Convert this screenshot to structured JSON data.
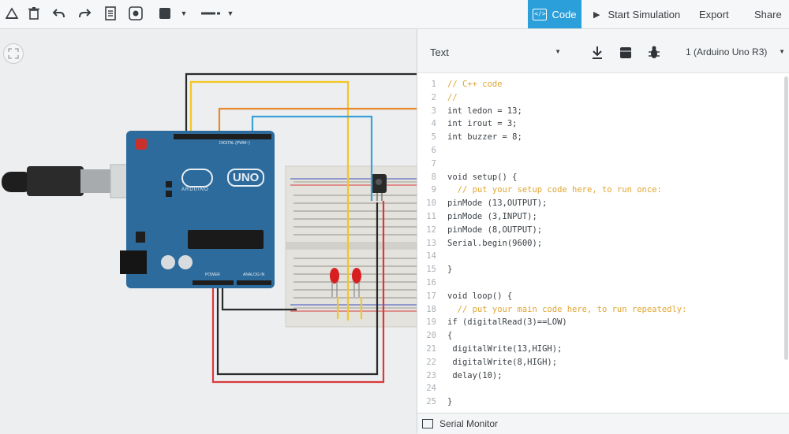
{
  "toolbar": {
    "code_label": "Code",
    "start_simulation_label": "Start Simulation",
    "export_label": "Export",
    "share_label": "Share"
  },
  "code_panel": {
    "mode": "Text",
    "device": "1 (Arduino Uno R3)",
    "serial_monitor_label": "Serial Monitor",
    "lines": [
      {
        "n": "1",
        "t": "// C++ code",
        "k": "cm"
      },
      {
        "n": "2",
        "t": "//",
        "k": "cm"
      },
      {
        "n": "3",
        "t": "int ledon = 13;",
        "k": ""
      },
      {
        "n": "4",
        "t": "int irout = 3;",
        "k": ""
      },
      {
        "n": "5",
        "t": "int buzzer = 8;",
        "k": ""
      },
      {
        "n": "6",
        "t": "",
        "k": ""
      },
      {
        "n": "7",
        "t": "",
        "k": ""
      },
      {
        "n": "8",
        "t": "void setup() {",
        "k": ""
      },
      {
        "n": "9",
        "t": "  // put your setup code here, to run once:",
        "k": "cm"
      },
      {
        "n": "10",
        "t": "pinMode (13,OUTPUT);",
        "k": ""
      },
      {
        "n": "11",
        "t": "pinMode (3,INPUT);",
        "k": ""
      },
      {
        "n": "12",
        "t": "pinMode (8,OUTPUT);",
        "k": ""
      },
      {
        "n": "13",
        "t": "Serial.begin(9600);",
        "k": ""
      },
      {
        "n": "14",
        "t": "",
        "k": ""
      },
      {
        "n": "15",
        "t": "}",
        "k": ""
      },
      {
        "n": "16",
        "t": "",
        "k": ""
      },
      {
        "n": "17",
        "t": "void loop() {",
        "k": ""
      },
      {
        "n": "18",
        "t": "  // put your main code here, to run repeatedly:",
        "k": "cm"
      },
      {
        "n": "19",
        "t": "if (digitalRead(3)==LOW)",
        "k": ""
      },
      {
        "n": "20",
        "t": "{",
        "k": ""
      },
      {
        "n": "21",
        "t": " digitalWrite(13,HIGH);",
        "k": ""
      },
      {
        "n": "22",
        "t": " digitalWrite(8,HIGH);",
        "k": ""
      },
      {
        "n": "23",
        "t": " delay(10);",
        "k": ""
      },
      {
        "n": "24",
        "t": "",
        "k": ""
      },
      {
        "n": "25",
        "t": "}",
        "k": ""
      }
    ]
  },
  "board": {
    "logo_text": "UNO",
    "brand_text": "ARDUINO",
    "digital_label": "DIGITAL (PWM~)",
    "power_label": "POWER",
    "analog_label": "ANALOG IN"
  },
  "colors": {
    "accent": "#2b9fd9",
    "board": "#2d6b9c",
    "wire_black": "#2a2a2a",
    "wire_yellow": "#f3c623",
    "wire_orange": "#e8892b",
    "wire_blue": "#3aa2d6",
    "wire_red": "#d83a3a",
    "led": "#d81f1f"
  },
  "icons": [
    "hierarchy-icon",
    "trash-icon",
    "undo-icon",
    "redo-icon",
    "notes-icon",
    "eye-icon",
    "fill-color-icon",
    "line-style-icon",
    "fit-view-icon",
    "download-icon",
    "library-icon",
    "debug-icon"
  ]
}
